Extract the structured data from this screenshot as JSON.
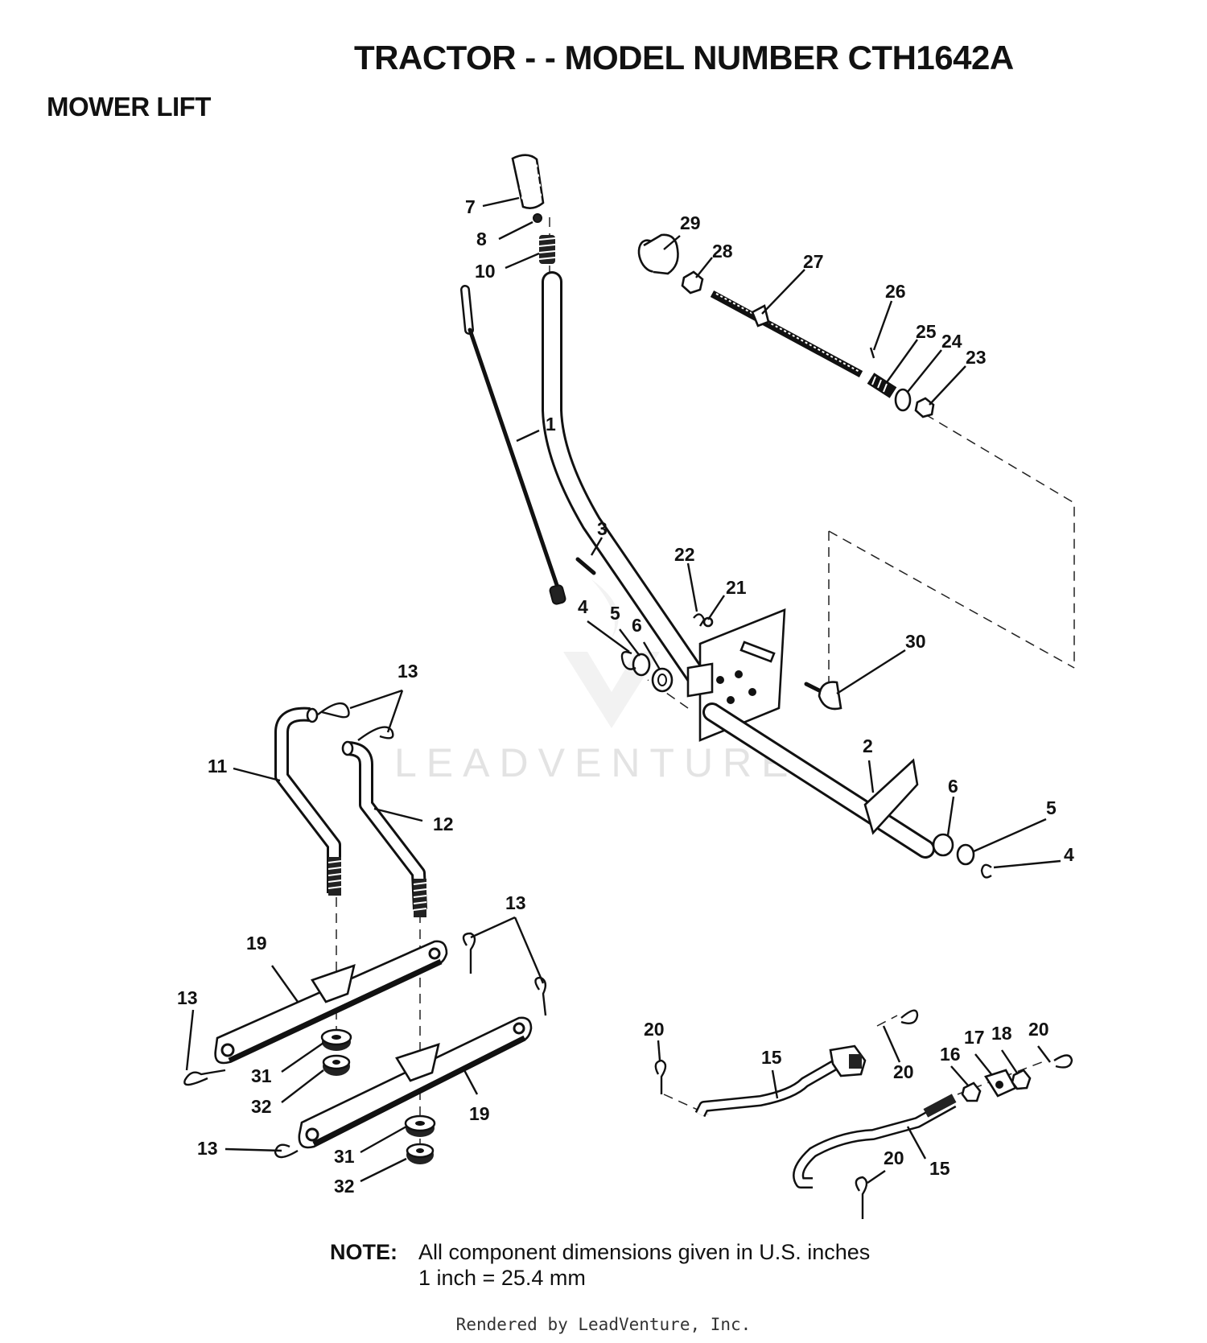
{
  "header": {
    "title": "TRACTOR - - MODEL NUMBER CTH1642A",
    "section": "MOWER LIFT"
  },
  "watermark": "LEADVENTURE",
  "callouts": {
    "c1": "1",
    "c2": "2",
    "c3": "3",
    "c4a": "4",
    "c4b": "4",
    "c5a": "5",
    "c5b": "5",
    "c6a": "6",
    "c6b": "6",
    "c7": "7",
    "c8": "8",
    "c10": "10",
    "c11": "11",
    "c12": "12",
    "c13a": "13",
    "c13b": "13",
    "c13c": "13",
    "c13d": "13",
    "c15a": "15",
    "c15b": "15",
    "c16": "16",
    "c17": "17",
    "c18": "18",
    "c19a": "19",
    "c19b": "19",
    "c20a": "20",
    "c20b": "20",
    "c20c": "20",
    "c20d": "20",
    "c21": "21",
    "c22": "22",
    "c23": "23",
    "c24": "24",
    "c25": "25",
    "c26": "26",
    "c27": "27",
    "c28": "28",
    "c29": "29",
    "c30": "30",
    "c31a": "31",
    "c31b": "31",
    "c32a": "32",
    "c32b": "32"
  },
  "note": {
    "label": "NOTE:",
    "line1": "All component dimensions given in U.S. inches",
    "line2": "1 inch = 25.4 mm"
  },
  "footer": "Rendered by LeadVenture, Inc."
}
